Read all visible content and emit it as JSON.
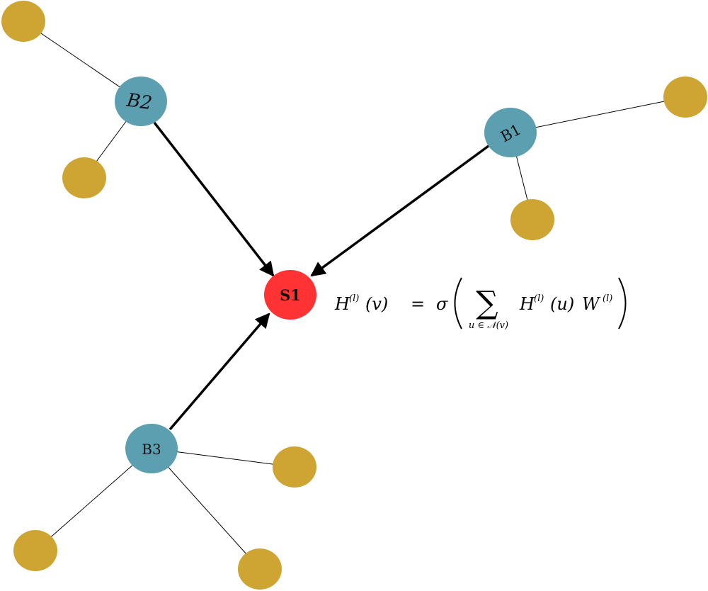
{
  "colors": {
    "hub": "#5b9fb0",
    "leaf": "#cea532",
    "target": "#ff3333",
    "edge": "#000000",
    "background": "#ffffff"
  },
  "nodes": {
    "s1": {
      "label": "S1"
    },
    "b1": {
      "label": "B1"
    },
    "b2": {
      "label": "B2"
    },
    "b3": {
      "label": "B3"
    }
  },
  "formula": {
    "lhs_symbol": "H",
    "lhs_superscript": "(l)",
    "lhs_argument": "(v)",
    "equals": "=",
    "sigma": "σ",
    "sum_symbol": "∑",
    "sum_subscript": "u ∈ 𝒩(v)",
    "term1_symbol": "H",
    "term1_superscript": "(l)",
    "term1_argument": "(u)",
    "term2_symbol": "W",
    "term2_superscript": "(l)"
  }
}
